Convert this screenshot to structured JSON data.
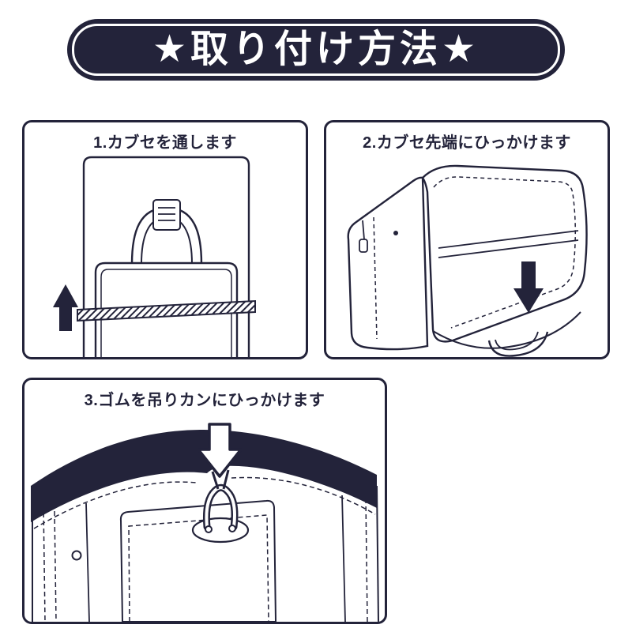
{
  "banner": {
    "title": "★取り付け方法★"
  },
  "steps": [
    {
      "number": "1",
      "caption": "1.カブセを通します",
      "arrow_icon": "up-arrow",
      "illustration": "school-bag flap with strap threaded through"
    },
    {
      "number": "2",
      "caption": "2.カブセ先端にひっかけます",
      "arrow_icon": "down-arrow",
      "illustration": "school bag side view, hook over flap tip"
    },
    {
      "number": "3",
      "caption": "3.ゴムを吊りカンにひっかけます",
      "arrow_icon": "down-arrow-outline",
      "illustration": "elastic hooked onto hanging ring, dark cover on flap"
    }
  ],
  "colors": {
    "ink": "#23233a",
    "background": "#ffffff",
    "banner_background": "#23233a",
    "banner_text": "#ffffff"
  }
}
